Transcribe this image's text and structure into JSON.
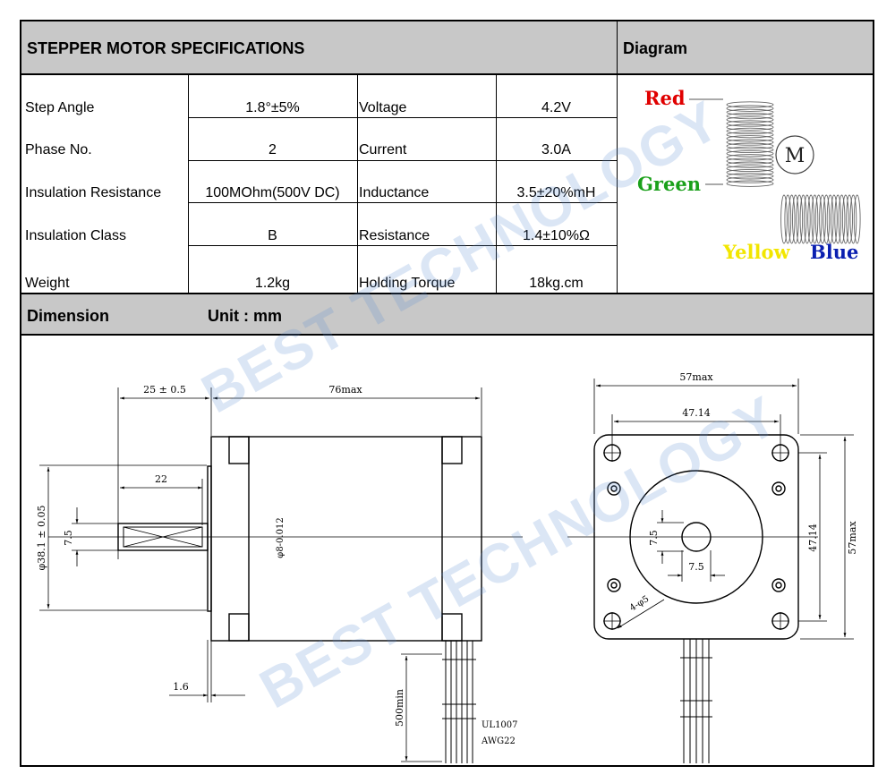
{
  "specs": {
    "title": "STEPPER MOTOR SPECIFICATIONS",
    "rows": [
      {
        "l1": "Step Angle",
        "v1": "1.8°±5%",
        "l2": "Voltage",
        "v2": "4.2V"
      },
      {
        "l1": "Phase No.",
        "v1": "2",
        "l2": "Current",
        "v2": "3.0A"
      },
      {
        "l1": "Insulation Resistance",
        "v1": "100MOhm(500V DC)",
        "l2": "Inductance",
        "v2": "3.5±20%mH"
      },
      {
        "l1": "Insulation Class",
        "v1": "B",
        "l2": "Resistance",
        "v2": "1.4±10%Ω"
      },
      {
        "l1": "Weight",
        "v1": "1.2kg",
        "l2": "Holding Torque",
        "v2": "18kg.cm"
      }
    ]
  },
  "diagram": {
    "title": "Diagram",
    "motor_symbol": "M",
    "wires": {
      "red": {
        "label": "Red",
        "color": "#e00000"
      },
      "green": {
        "label": "Green",
        "color": "#1aa01a"
      },
      "yellow": {
        "label": "Yellow",
        "color": "#f2e600"
      },
      "blue": {
        "label": "Blue",
        "color": "#0a1fb0"
      }
    }
  },
  "dimension": {
    "title": "Dimension",
    "unit": "Unit : mm",
    "side": {
      "shaft_len": "25 ± 0.5",
      "body_len": "76max",
      "flat_len": "22",
      "pilot_dia": "φ38.1 ± 0.05",
      "flat_h": "7.5",
      "shaft_dia": "φ8-0.012",
      "flange_th": "1.6",
      "lead_len": "500min",
      "wire_spec1": "UL1007",
      "wire_spec2": "AWG22"
    },
    "front": {
      "width": "57max",
      "hole_spacing": "47.14",
      "flat1": "7.5",
      "flat2": "7.5",
      "holes": "4-φ5",
      "v_spacing": "47.14",
      "height": "57max"
    }
  },
  "watermark": "BEST TECHNOLOGY"
}
